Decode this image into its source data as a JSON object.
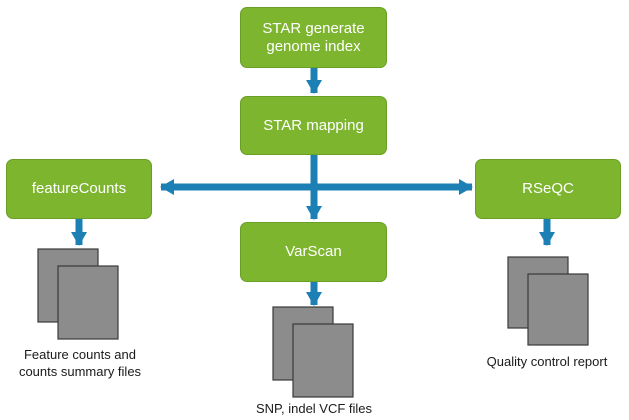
{
  "nodes": {
    "star_index": "STAR generate\ngenome index",
    "star_mapping": "STAR mapping",
    "feature_counts": "featureCounts",
    "rseqc": "RSeQC",
    "varscan": "VarScan"
  },
  "outputs": {
    "feature_counts": "Feature counts and\ncounts summary files",
    "varscan": "SNP, indel VCF files",
    "rseqc": "Quality control report"
  },
  "colors": {
    "box_fill": "#7db52f",
    "box_text": "#ffffff",
    "arrow": "#1c80b4",
    "document_fill": "#8c8c8c",
    "document_stroke": "#3a3a3a"
  }
}
